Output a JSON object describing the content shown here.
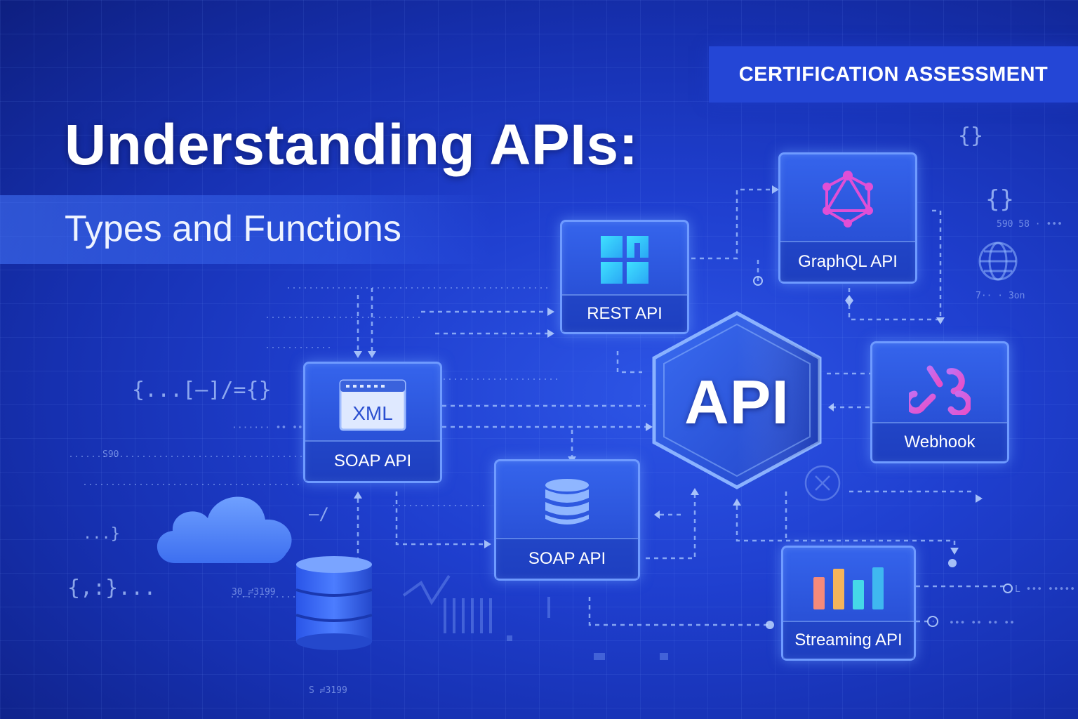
{
  "header": {
    "badge": "CERTIFICATION ASSESSMENT",
    "title": "Understanding APIs:",
    "subtitle": "Types and Functions"
  },
  "hub": {
    "label": "API"
  },
  "cards": {
    "rest": {
      "label": "REST API",
      "icon": "grid-icon"
    },
    "graphql": {
      "label": "GraphQL API",
      "icon": "graphql-icon"
    },
    "soap_xml": {
      "label": "SOAP API",
      "icon": "xml-window-icon",
      "icon_text": "XML"
    },
    "soap_db": {
      "label": "SOAP API",
      "icon": "database-icon"
    },
    "webhook": {
      "label": "Webhook",
      "icon": "webhook-icon"
    },
    "streaming": {
      "label": "Streaming API",
      "icon": "bar-chart-icon"
    }
  },
  "decor": {
    "code1": "{...[—]/={}",
    "code2": "{,:}...",
    "code3": "...}",
    "code4": "{}",
    "code5": "{}",
    "code6": "—/",
    "num1": "······· •• •••• ●",
    "num2": "590 58 · •••",
    "num3": "S90",
    "num4": "30_≓3199",
    "num5": "L ••• •••••",
    "num6": "S ≓3199",
    "num7": "••• •• •• ••",
    "num8": "7·· · 3on",
    "icon_cloud": "cloud-icon",
    "icon_db": "database-cylinder-icon",
    "icon_globe": "globe-icon"
  },
  "colors": {
    "background": "#1f3fcf",
    "card": "#2a50d8",
    "card_border": "#6f9bff",
    "accent_pink": "#d84bd0",
    "accent_cyan": "#3fd6f5"
  }
}
